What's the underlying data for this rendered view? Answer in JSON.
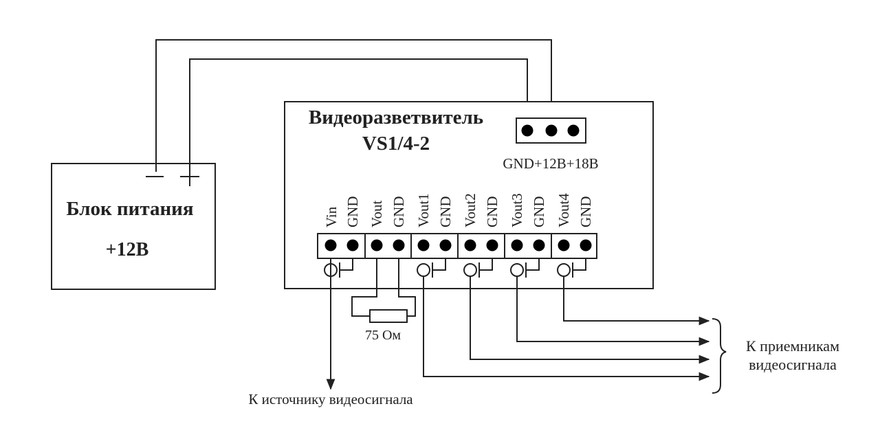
{
  "power_supply": {
    "title": "Блок питания",
    "voltage": "+12В",
    "minus": "−",
    "plus": "+"
  },
  "splitter": {
    "title": "Видеоразветвитель",
    "model": "VS1/4-2",
    "power_terminal_label": "GND+12В+18В",
    "terminal_labels": [
      "Vin",
      "GND",
      "Vout",
      "GND",
      "Vout1",
      "GND",
      "Vout2",
      "GND",
      "Vout3",
      "GND",
      "Vout4",
      "GND"
    ]
  },
  "resistor_label": "75 Ом",
  "source_label": "К источнику видеосигнала",
  "receivers_label": [
    "К приемникам",
    "видеосигнала"
  ]
}
